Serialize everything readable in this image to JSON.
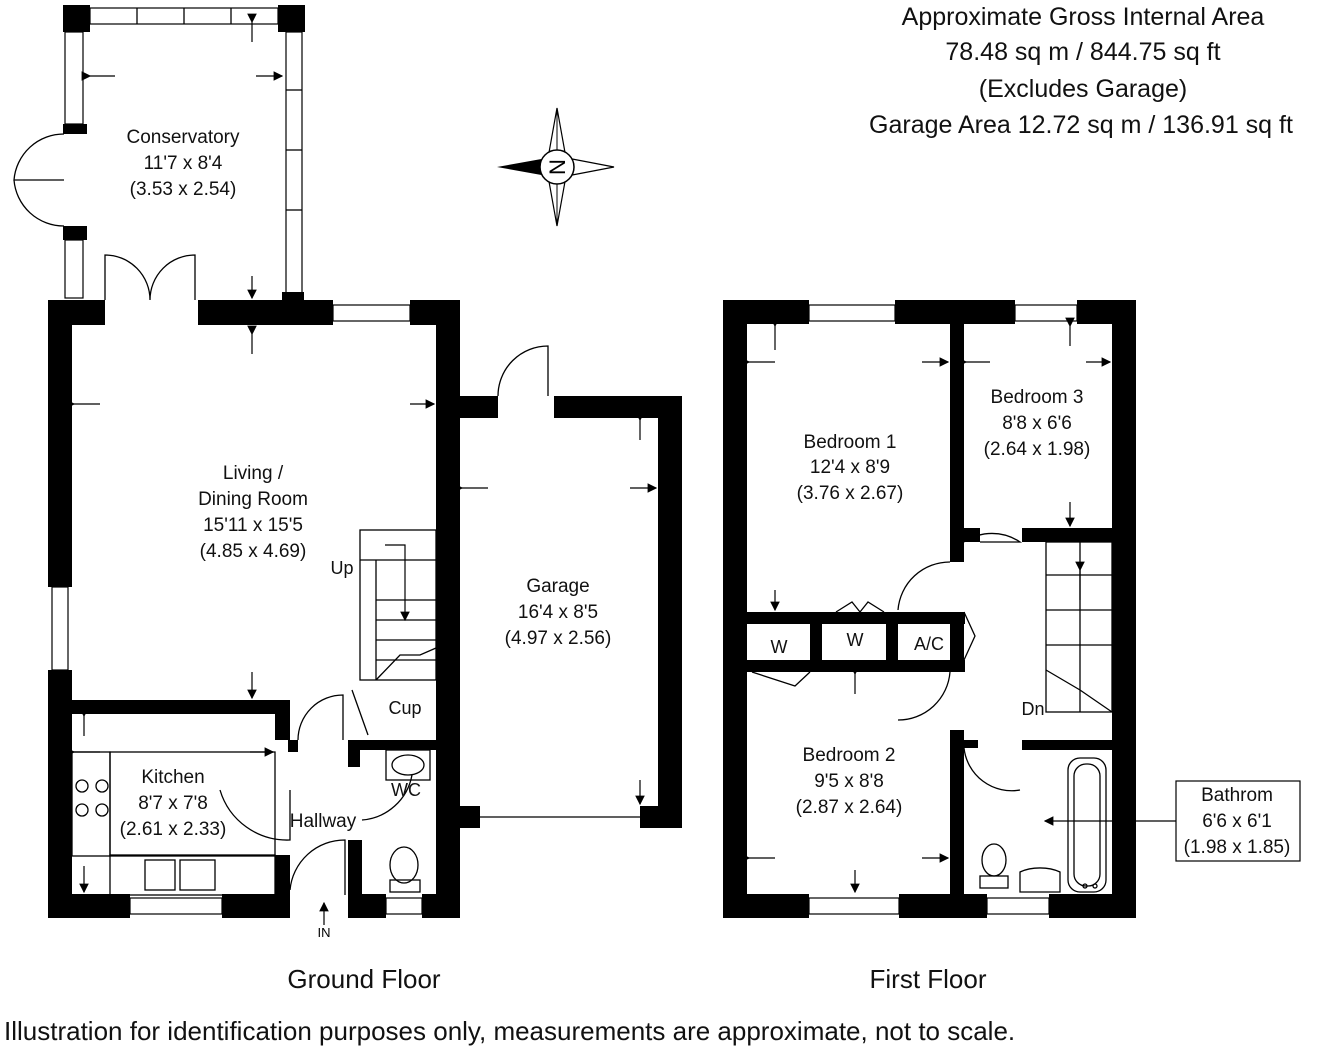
{
  "area_summary": {
    "line1": "Approximate Gross Internal Area",
    "line2": "78.48 sq m / 844.75 sq ft",
    "line3": "(Excludes Garage)",
    "line4": "Garage Area 12.72 sq m / 136.91 sq ft"
  },
  "compass": {
    "letter": "N"
  },
  "ground_floor": {
    "title": "Ground Floor",
    "rooms": {
      "conservatory": {
        "name": "Conservatory",
        "imperial": "11'7 x 8'4",
        "metric": "(3.53 x 2.54)"
      },
      "living": {
        "name1": "Living /",
        "name2": "Dining Room",
        "imperial": "15'11 x 15'5",
        "metric": "(4.85 x 4.69)"
      },
      "garage": {
        "name": "Garage",
        "imperial": "16'4 x 8'5",
        "metric": "(4.97 x 2.56)"
      },
      "kitchen": {
        "name": "Kitchen",
        "imperial": "8'7 x 7'8",
        "metric": "(2.61 x 2.33)"
      }
    },
    "labels": {
      "up": "Up",
      "cup": "Cup",
      "wc": "WC",
      "hallway": "Hallway",
      "in": "IN"
    }
  },
  "first_floor": {
    "title": "First Floor",
    "rooms": {
      "bedroom1": {
        "name": "Bedroom 1",
        "imperial": "12'4 x 8'9",
        "metric": "(3.76 x 2.67)"
      },
      "bedroom3": {
        "name": "Bedroom 3",
        "imperial": "8'8 x 6'6",
        "metric": "(2.64 x 1.98)"
      },
      "bedroom2": {
        "name": "Bedroom 2",
        "imperial": "9'5 x 8'8",
        "metric": "(2.87 x 2.64)"
      },
      "bathroom": {
        "name": "Bathrom",
        "imperial": "6'6 x 6'1",
        "metric": "(1.98 x 1.85)"
      }
    },
    "labels": {
      "w1": "W",
      "w2": "W",
      "ac": "A/C",
      "dn": "Dn"
    }
  },
  "disclaimer": "Illustration for identification purposes only, measurements are approximate, not to scale."
}
